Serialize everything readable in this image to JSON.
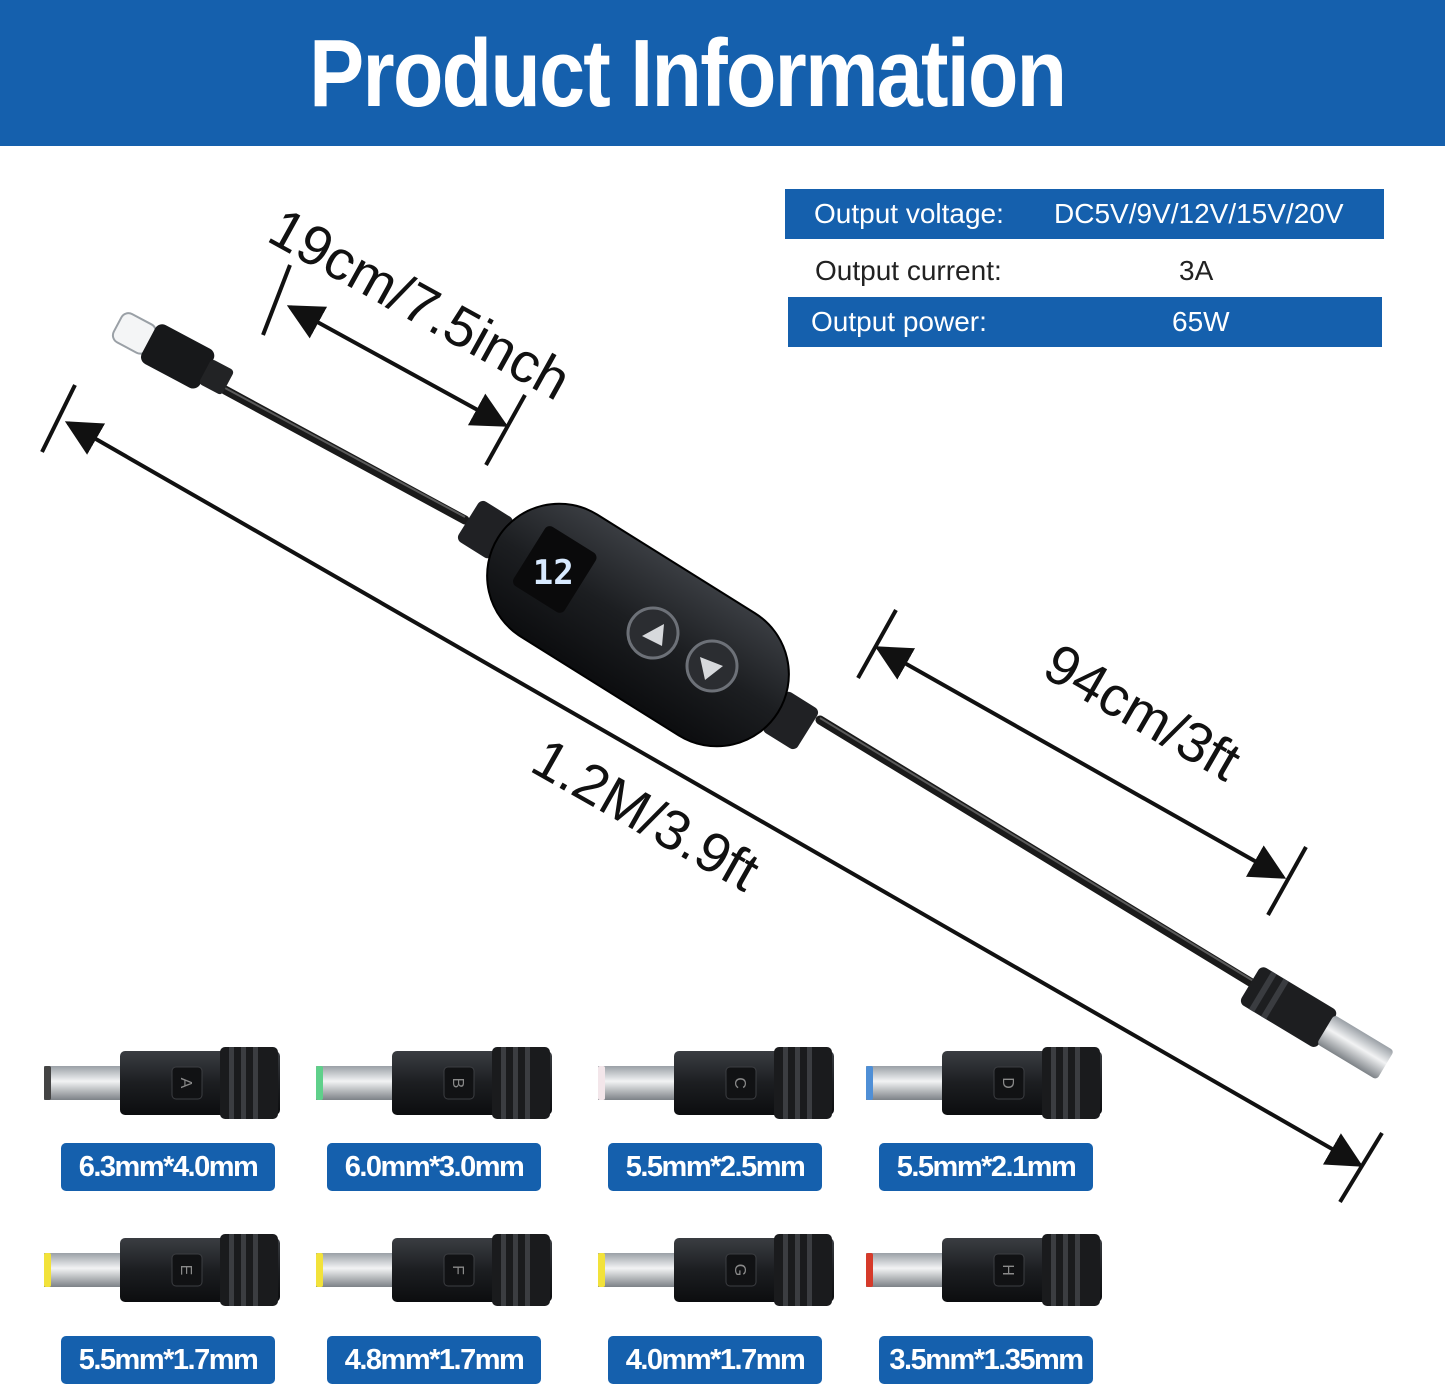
{
  "header": {
    "title": "Product Information"
  },
  "specs": [
    {
      "label": "Output voltage:",
      "value": "DC5V/9V/12V/15V/20V",
      "highlight": true
    },
    {
      "label": "Output current:",
      "value": "3A",
      "highlight": false
    },
    {
      "label": "Output power:",
      "value": "65W",
      "highlight": true
    }
  ],
  "dimensions": {
    "short_cable": "19cm/7.5inch",
    "total_length": "1.2M/3.9ft",
    "long_cable": "94cm/3ft"
  },
  "controller": {
    "display_value": "12"
  },
  "tips": [
    {
      "letter": "A",
      "size": "6.3mm*4.0mm",
      "tip_color": "#444444"
    },
    {
      "letter": "B",
      "size": "6.0mm*3.0mm",
      "tip_color": "#5fd08a"
    },
    {
      "letter": "C",
      "size": "5.5mm*2.5mm",
      "tip_color": "#f3e6ea"
    },
    {
      "letter": "D",
      "size": "5.5mm*2.1mm",
      "tip_color": "#4f8fd6"
    },
    {
      "letter": "E",
      "size": "5.5mm*1.7mm",
      "tip_color": "#f2e23a"
    },
    {
      "letter": "F",
      "size": "4.8mm*1.7mm",
      "tip_color": "#f2e23a"
    },
    {
      "letter": "G",
      "size": "4.0mm*1.7mm",
      "tip_color": "#f2e23a"
    },
    {
      "letter": "H",
      "size": "3.5mm*1.35mm",
      "tip_color": "#d63a2a"
    }
  ],
  "colors": {
    "brand_blue": "#1560ad",
    "cable": "#1a1a1a"
  }
}
